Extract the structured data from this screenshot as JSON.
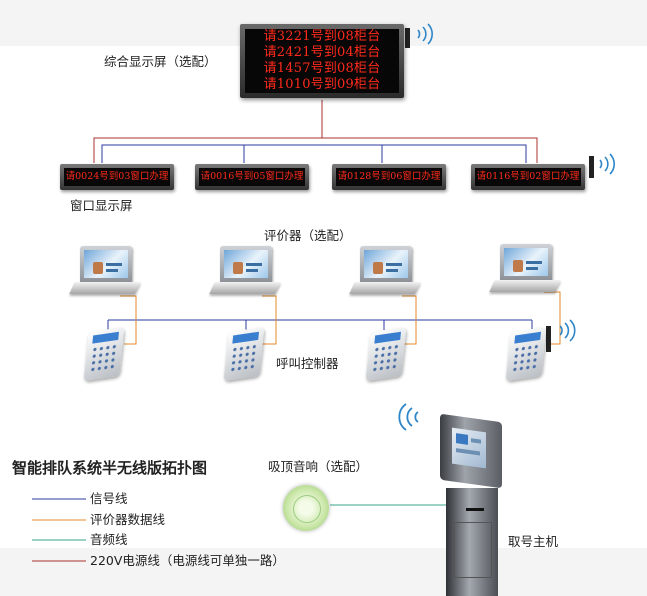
{
  "title": "智能排队系统半无线版拓扑图",
  "labels": {
    "main_display": "综合显示屏（选配）",
    "window_display": "窗口显示屏",
    "evaluator": "评价器（选配）",
    "caller": "呼叫控制器",
    "speaker": "吸顶音响（选配）",
    "kiosk": "取号主机"
  },
  "main_display_rows": [
    "请3221号到08柜台",
    "请2421号到04柜台",
    "请1457号到08柜台",
    "请1010号到09柜台"
  ],
  "window_displays": [
    "请0024号到03窗口办理",
    "请0016号到05窗口办理",
    "请0128号到06窗口办理",
    "请0116号到02窗口办理"
  ],
  "legend": [
    {
      "label": "信号线",
      "color": "#2b3b9c"
    },
    {
      "label": "评价器数据线",
      "color": "#e08a2a"
    },
    {
      "label": "音频线",
      "color": "#3aa58a"
    },
    {
      "label": "220V电源线（电源线可单独一路）",
      "color": "#a8322e"
    }
  ],
  "colors": {
    "signal": "#2b3b9c",
    "evaluator_data": "#e08a2a",
    "audio": "#3aa58a",
    "power": "#a8322e",
    "led_text": "#ff2a1a",
    "wireless": "#2e86c9"
  }
}
